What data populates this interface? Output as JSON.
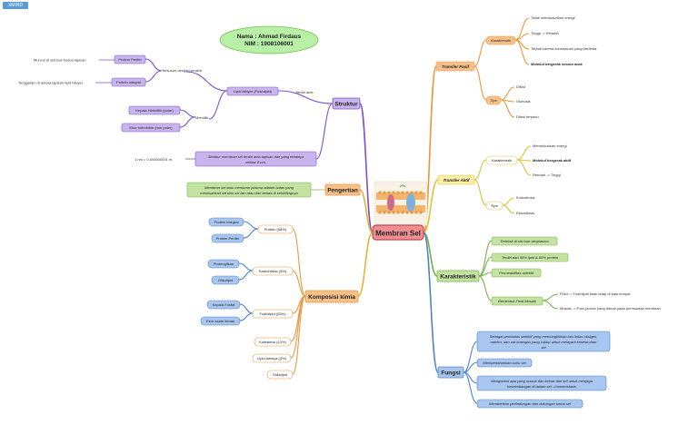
{
  "badge": "XMIND",
  "name_box": {
    "line1": "Nama : Ahmad Firdaus",
    "line2": "NIM : 1908106001"
  },
  "central": {
    "label": "Membran Sel"
  },
  "colors": {
    "purple": "#7c52c8",
    "purple_fill": "#c9b5ee",
    "orange": "#e8973f",
    "orange_fill": "#f6c08a",
    "green": "#79b04a",
    "green_fill": "#c4e3a2",
    "blue": "#4f82c8",
    "blue_fill": "#a8c6ef",
    "yellow": "#d8c33a",
    "gold": "#e0b43a",
    "central_fill": "#ef8f94",
    "central_border": "#c9434b",
    "name_fill": "#b8f0a8",
    "name_border": "#6fbf4a"
  },
  "struktur": {
    "label": "Struktur",
    "tersusun": "Tersusun dengan protein",
    "protein_perifer": "Protein Perifer",
    "protein_perifer_note": "Muncul di sisi luar kedua lapisan",
    "protein_integral": "Protein integral",
    "protein_integral_note": "Tenggelam di antara lapisan lipid bilayer",
    "lipid_bilayer": "Lipid bilayer (Fosfolipid)",
    "terdiri_atas": "Terdiri atas",
    "memiliki": "Memiliki",
    "kepala": "Kepala Hidrofilik (polar)",
    "ekor": "Ekor hidrofobik (non polar)"
  },
  "pengertian": {
    "label": "Pengertian",
    "summary_line1": "Struktur membran sel terdiri atas lapisan dan yang tebalnya",
    "summary_line2": "sekitar 8 nm.",
    "ukuran": "1 nm = 0,000000001 m",
    "definisi_line1": "Membran sel atau membran plasma adalah batas yang",
    "definisi_line2": "memisahkan sel dan sel lain atau dari benda di sekelilingnya"
  },
  "komposisi": {
    "label": "Komposisi kimia",
    "protein": "Protein (58%)",
    "protein_integral": "Protein integral",
    "protein_perifer": "Protein Perifer",
    "karbohidrat": "Karbohidrat (3%)",
    "proteoglikan": "Proteoglikan",
    "glikolipid": "Glikolipid",
    "fosfolipid": "Fosfolipid (25%)",
    "kepala_fosfat": "Kepala Fosfat",
    "ekor_asam": "Ekor asam lemak",
    "kolesterol": "Kolesterol (13%)",
    "lipid_lainnya": "Lipid lainnya (4%)",
    "glikolipid2": "Glikolipid"
  },
  "transfer_pasif": {
    "label": "Transfer Pasif",
    "karakteristik": "Karakteristik",
    "k1": "Tidak membutuhkan energi",
    "k2": "Tinggi -> Rendah",
    "k3": "Terjadi karena konsentrasi yang berbeda",
    "k4": "Molekul bergerak secara acak",
    "tipe": "Tipe",
    "t1": "Difusi",
    "t2": "Osmosis",
    "t3": "Difusi terpadu"
  },
  "transfer_aktif": {
    "label": "Transfer Aktif",
    "karakteristik": "Karakteristik",
    "k1": "Membutuhkan energi",
    "k2": "Molekul bergerak aktif",
    "k3": "Rendah -> Tinggi",
    "tipe": "Tipe",
    "t1": "Endositosis",
    "t2": "Eksositosis"
  },
  "karakteristik": {
    "label": "Karakteristik",
    "c1": "Terletak di sisi luar sitoplasma",
    "c2": "Terdiri dari 50% lipid & 50% protein",
    "c3": "Permeabilitas selektif",
    "c4": "Berbentuk Fluid Mosaik",
    "fluid": "Fluid -> Fosfolipid tidak tetap di satu tempat",
    "mosaik": "Mosaik -> Pola protein yang dibuat pada permukaan membran"
  },
  "fungsi": {
    "label": "Fungsi",
    "f1_line1": "Sebagai pembatas selektif yang memungkinkan lalu lintas oksigen,",
    "f1_line2": "nutrien, dan zat buangan yang cukup untuk melayani keseluruhan",
    "f1_line3": "sel",
    "f2": "Mempertahankan suhu sel",
    "f3_line1": "Mengontrol apa yang masuk dan keluar dari sel untuk menjaga",
    "f3_line2": "keseimbangan di dalam sel ->homeostasis",
    "f4": "Memberikan perlindungan dan dukungan untuk sel"
  }
}
